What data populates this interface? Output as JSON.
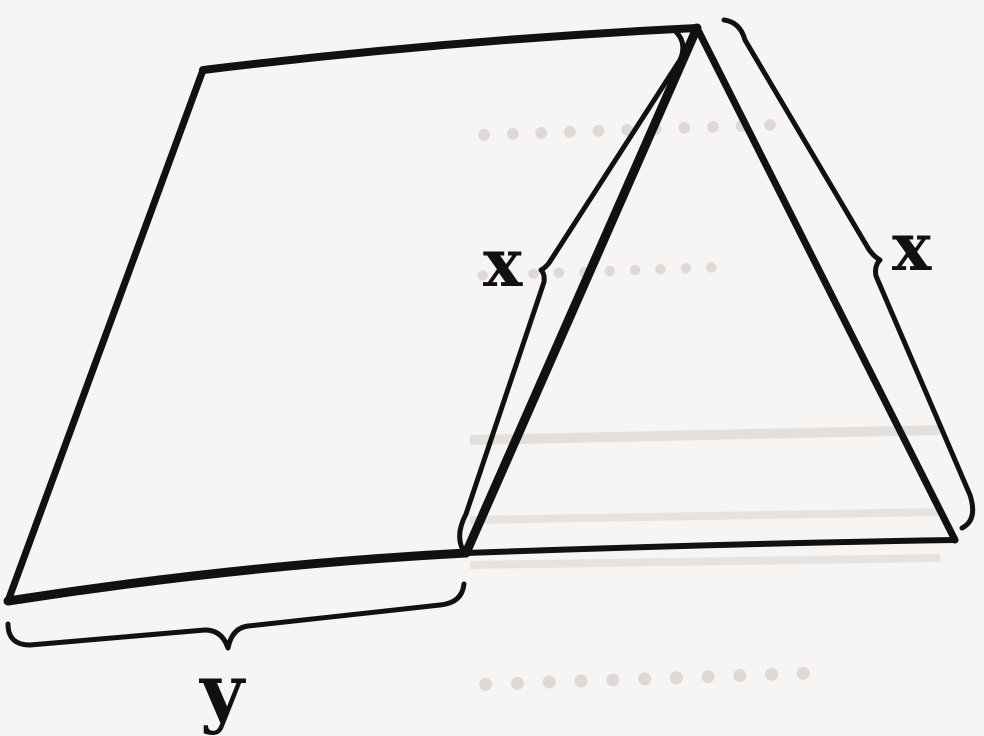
{
  "labels": {
    "x_left": "x",
    "x_right": "x",
    "y_bottom": "y"
  },
  "colors": {
    "background": "#f7f5f3",
    "ink": "#111111",
    "bleed_through": "#ded9d6"
  }
}
